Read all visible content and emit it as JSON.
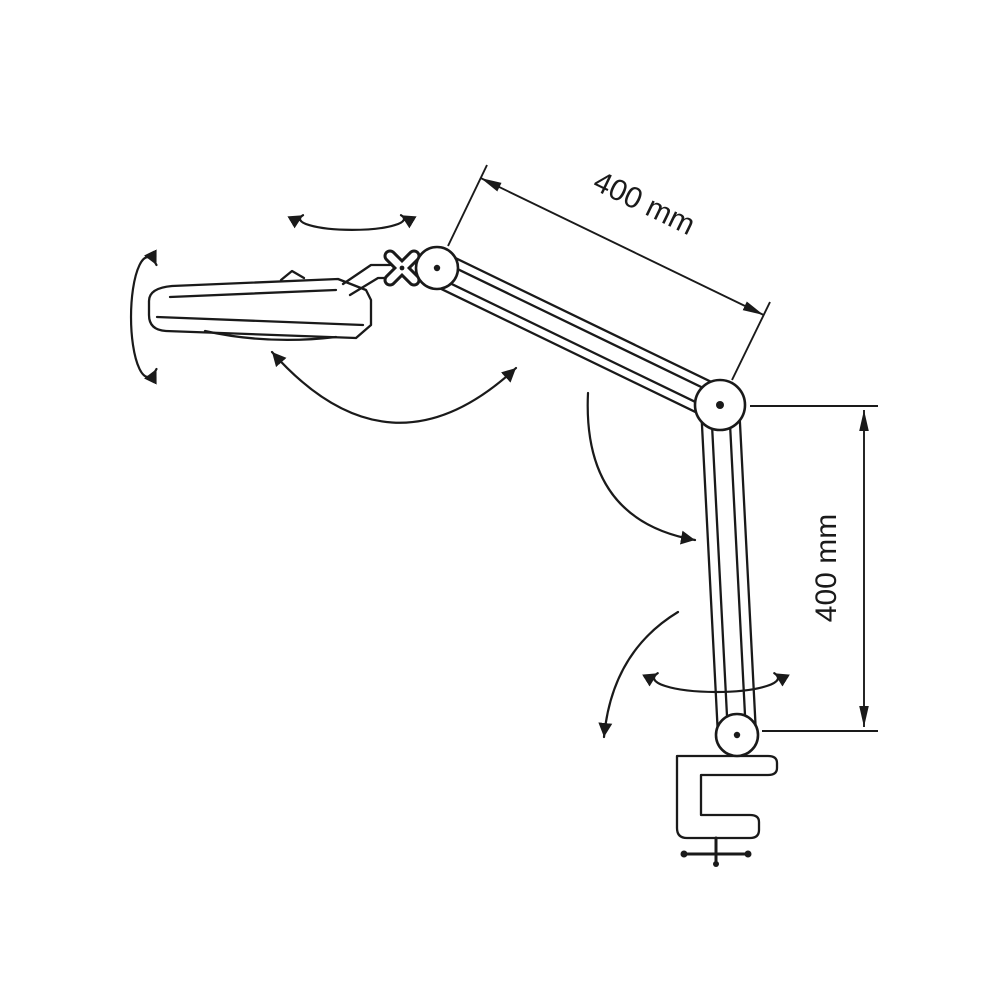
{
  "diagram": {
    "subject": "articulated-swing-arm-lamp-with-table-clamp",
    "background": "#ffffff",
    "line_color": "#1a1a1a",
    "labels": {
      "upper_arm_length": "400 mm",
      "lower_arm_length": "400 mm"
    },
    "parts": [
      "lamp-head",
      "head-adjust-knob",
      "top-joint",
      "upper-arm",
      "elbow-joint",
      "lower-arm",
      "base-joint",
      "table-clamp",
      "clamp-screw"
    ],
    "rotation_indicators": [
      "head-spin-arrows",
      "head-tilt-arrows",
      "arm-swing-arrow",
      "elbow-rotation-arrow",
      "base-rotation-arrow",
      "base-spin-arrows"
    ]
  }
}
